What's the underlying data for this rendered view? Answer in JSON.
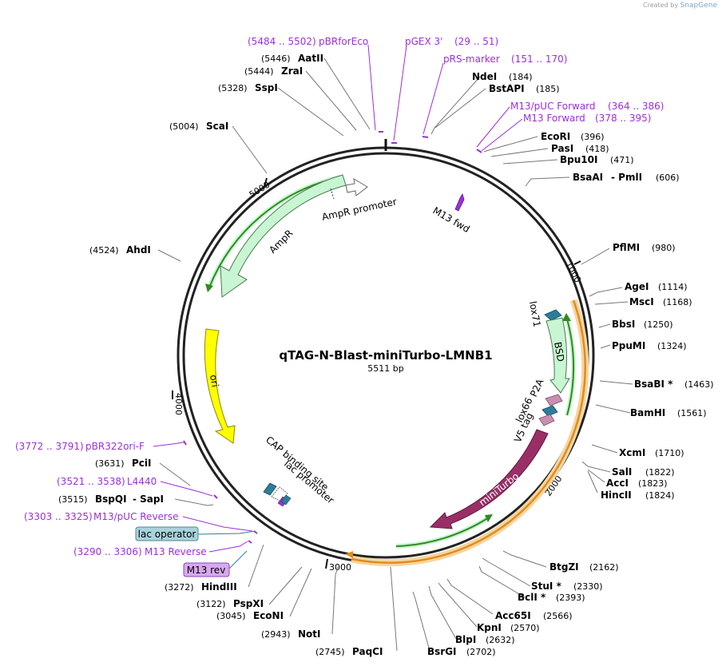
{
  "credit": {
    "prefix": "Created by",
    "app": "SnapGene"
  },
  "plasmid": {
    "name": "qTAG-N-Blast-miniTurbo-LMNB1",
    "size_label": "5511 bp",
    "length": 5511
  },
  "ticks": [
    "1000",
    "2000",
    "3000",
    "4000",
    "5000"
  ],
  "enzymes": [
    {
      "name": "NdeI",
      "pos": "(184)"
    },
    {
      "name": "BstAPI",
      "pos": "(185)"
    },
    {
      "name": "EcoRI",
      "pos": "(396)"
    },
    {
      "name": "PasI",
      "pos": "(418)"
    },
    {
      "name": "Bpu10I",
      "pos": "(471)"
    },
    {
      "name": "BsaAI",
      "pos": "(606)"
    },
    {
      "name": "- PmlI",
      "pos": ""
    },
    {
      "name": "PflMI",
      "pos": "(980)"
    },
    {
      "name": "AgeI",
      "pos": "(1114)"
    },
    {
      "name": "MscI",
      "pos": "(1168)"
    },
    {
      "name": "BbsI",
      "pos": "(1250)"
    },
    {
      "name": "PpuMI",
      "pos": "(1324)"
    },
    {
      "name": "BsaBI *",
      "pos": "(1463)"
    },
    {
      "name": "BamHI",
      "pos": "(1561)"
    },
    {
      "name": "XcmI",
      "pos": "(1710)"
    },
    {
      "name": "SalI",
      "pos": "(1822)"
    },
    {
      "name": "AccI",
      "pos": "(1823)"
    },
    {
      "name": "HincII",
      "pos": "(1824)"
    },
    {
      "name": "BtgZI",
      "pos": "(2162)"
    },
    {
      "name": "StuI *",
      "pos": "(2330)"
    },
    {
      "name": "BclI *",
      "pos": "(2393)"
    },
    {
      "name": "Acc65I",
      "pos": "(2566)"
    },
    {
      "name": "KpnI",
      "pos": "(2570)"
    },
    {
      "name": "BlpI",
      "pos": "(2632)"
    },
    {
      "name": "BsrGI",
      "pos": "(2702)"
    },
    {
      "name": "PaqCI",
      "pos": "(2745)"
    },
    {
      "name": "NotI",
      "pos": "(2943)"
    },
    {
      "name": "EcoNI",
      "pos": "(3045)"
    },
    {
      "name": "PspXI",
      "pos": "(3122)"
    },
    {
      "name": "HindIII",
      "pos": "(3272)"
    },
    {
      "name": "BspQI",
      "pos": "(3515)"
    },
    {
      "name": "- SapI",
      "pos": ""
    },
    {
      "name": "PciI",
      "pos": "(3631)"
    },
    {
      "name": "AhdI",
      "pos": "(4524)"
    },
    {
      "name": "ScaI",
      "pos": "(5004)"
    },
    {
      "name": "SspI",
      "pos": "(5328)"
    },
    {
      "name": "ZraI",
      "pos": "(5444)"
    },
    {
      "name": "AatII",
      "pos": "(5446)"
    }
  ],
  "primers": [
    {
      "name": "pBRforEco",
      "range": "(5484 .. 5502)"
    },
    {
      "name": "pGEX 3'",
      "range": "(29 .. 51)"
    },
    {
      "name": "pRS-marker",
      "range": "(151 .. 170)"
    },
    {
      "name": "M13/pUC Forward",
      "range": "(364 .. 386)"
    },
    {
      "name": "M13 Forward",
      "range": "(378 .. 395)"
    },
    {
      "name": "pBR322ori-F",
      "range": "(3772 .. 3791)"
    },
    {
      "name": "L4440",
      "range": "(3521 .. 3538)"
    },
    {
      "name": "M13/pUC Reverse",
      "range": "(3303 .. 3325)"
    },
    {
      "name": "M13 Reverse",
      "range": "(3290 .. 3306)"
    }
  ],
  "boxed_labels": [
    {
      "name": "lac operator",
      "color": "#a9d3dc"
    },
    {
      "name": "M13 rev",
      "color": "#d8a8f0"
    }
  ],
  "features": [
    {
      "name": "AmpR promoter",
      "color": "#ffffff"
    },
    {
      "name": "AmpR",
      "color": "#c8f5d2"
    },
    {
      "name": "ori",
      "color": "#ffff00"
    },
    {
      "name": "M13 fwd",
      "color": "#9b30d9"
    },
    {
      "name": "lox71",
      "color": "#2b7e9b"
    },
    {
      "name": "BSD",
      "color": "#c8f5d2"
    },
    {
      "name": "lox66",
      "color": "#2b7e9b"
    },
    {
      "name": "P2A",
      "color": "#c98fb0"
    },
    {
      "name": "V5 tag",
      "color": "#c98fb0"
    },
    {
      "name": "miniTurbo",
      "color": "#9a2f66"
    },
    {
      "name": "CAP binding site",
      "color": "#2b7e9b"
    },
    {
      "name": "lac promoter",
      "color": "#ffffff"
    }
  ]
}
